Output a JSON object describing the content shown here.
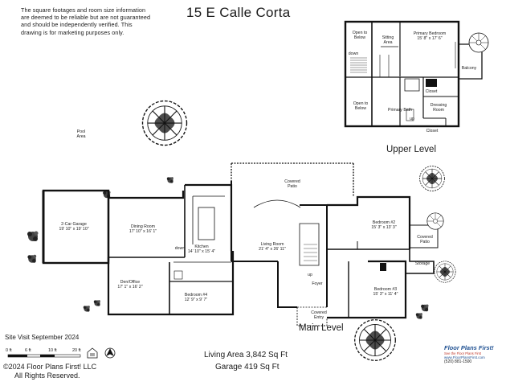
{
  "disclaimer": [
    "The square footages and room size information",
    "are deemed to be reliable but are not guaranteed",
    "and should be independently verified. This",
    "drawing is for marketing purposes only."
  ],
  "address": "15 E Calle Corta",
  "upper_level": {
    "label": "Upper Level",
    "rooms": {
      "open_to_below_1": "Open to\nBelow",
      "sitting_area": "Sitting\nArea",
      "primary_bedroom": "Primary Bedroom\n15' 8\" x 17' 6\"",
      "balcony": "Balcony",
      "closet_1": "Closet",
      "open_to_below_2": "Open to\nBelow",
      "primary_bath": "Primary Bath",
      "dressing_room": "Dressing\nRoom",
      "closet_2": "Closet",
      "down": "down",
      "up": "up"
    }
  },
  "main_level": {
    "label": "Main Level",
    "rooms": {
      "pool_area": "Pool\nArea",
      "covered_patio_top": "Covered\nPatio",
      "garage": "2-Car Garage\n19' 10\" x 19' 10\"",
      "dining_room": "Dining Room\n17' 10\" x 16' 1\"",
      "kitchen": "Kitchen\n14' 10\" x 15' 4\"",
      "living_room": "Living Room\n21' 4\" x 26' 11\"",
      "bedroom_2": "Bedroom #2\n15' 3\" x 13' 3\"",
      "covered_patio_side": "Covered\nPatio",
      "storage": "Storage",
      "den_office": "Den/Office\n17' 1\" x 16' 2\"",
      "bedroom_4": "Bedroom #4\n12' 9\" x 9' 7\"",
      "foyer": "Foyer",
      "covered_entry": "Covered\nEntry",
      "bedroom_3": "Bedroom #3\n15' 3\" x 11' 4\"",
      "down": "down",
      "up": "up"
    }
  },
  "site_visit": "Site Visit September 2024",
  "scale": {
    "labels": [
      "0 ft",
      "6 ft",
      "10 ft",
      "20 ft"
    ]
  },
  "living_area": "Living Area 3,842 Sq Ft",
  "garage_area": "Garage 419 Sq Ft",
  "copyright": [
    "©2024 Floor Plans First! LLC",
    "All Rights Reserved."
  ],
  "logo": {
    "title": "Floor Plans First!",
    "tagline": "See the Floor Plans First",
    "url": "www.FloorPlansFirst.com",
    "phone": "(520) 881-1500"
  }
}
